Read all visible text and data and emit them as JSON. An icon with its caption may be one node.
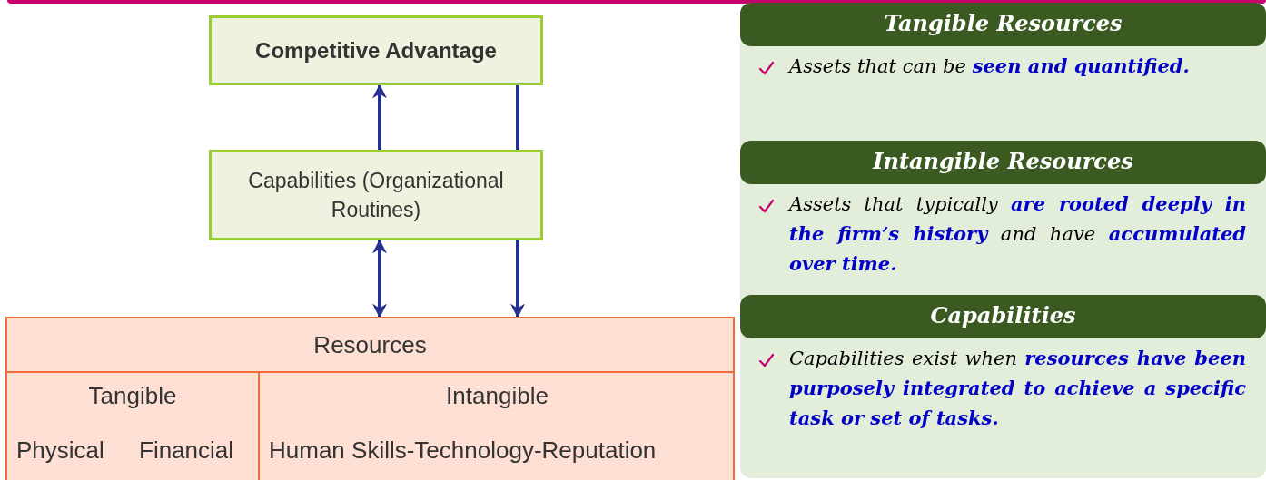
{
  "diagram": {
    "nodes": [
      {
        "text": [
          "Competitive Advantage"
        ]
      },
      {
        "text": [
          "Capabilities (Organizational Routines)"
        ]
      },
      {
        "text": [
          "Resources"
        ]
      },
      {
        "text": [
          "Tangible",
          "Physical",
          "Financial"
        ],
        "in": 2
      },
      {
        "text": [
          "Intangible",
          "Human Skills-Technology-Reputation"
        ],
        "in": 2
      },
      {
        "text": [
          "Tangible Resources",
          "Assets that can be **seen and quantified.**"
        ]
      },
      {
        "text": [
          "Intangible Resources",
          "Assets that typically **are rooted deeply in the firm’s history** and have **accumulated over time.**"
        ]
      },
      {
        "text": [
          "Capabilities",
          "Capabilities exist when **resources have been purposely integrated to achieve a specific task or set of tasks.**"
        ]
      }
    ],
    "edges": [
      {
        "from": 1,
        "to": 0,
        "arrow": "to"
      },
      {
        "from": 0,
        "to": 1,
        "arrow": "none"
      },
      {
        "from": 1,
        "to": 2,
        "arrow": "to"
      },
      {
        "from": 1,
        "to": 2,
        "arrow": "both"
      }
    ]
  }
}
